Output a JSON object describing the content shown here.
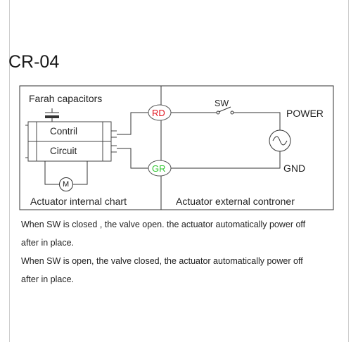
{
  "title": "CR-04",
  "internal": {
    "capacitor_label": "Farah capacitors",
    "control_line1": "Contril",
    "control_line2": "Circuit",
    "motor_label": "M",
    "section_label": "Actuator internal chart"
  },
  "external": {
    "terminal_red": "RD",
    "terminal_green": "GR",
    "switch_label": "SW",
    "power_label": "POWER",
    "gnd_label": "GND",
    "section_label": "Actuator external controner"
  },
  "colors": {
    "terminal_red": "#e0141e",
    "terminal_green": "#32c832",
    "line": "#333333",
    "frame": "#cccccc"
  },
  "notes": [
    "When SW is closed , the valve open. the actuator automatically power off",
    "after in place.",
    "When SW is open, the valve closed, the actuator automatically power off",
    "after in place."
  ]
}
